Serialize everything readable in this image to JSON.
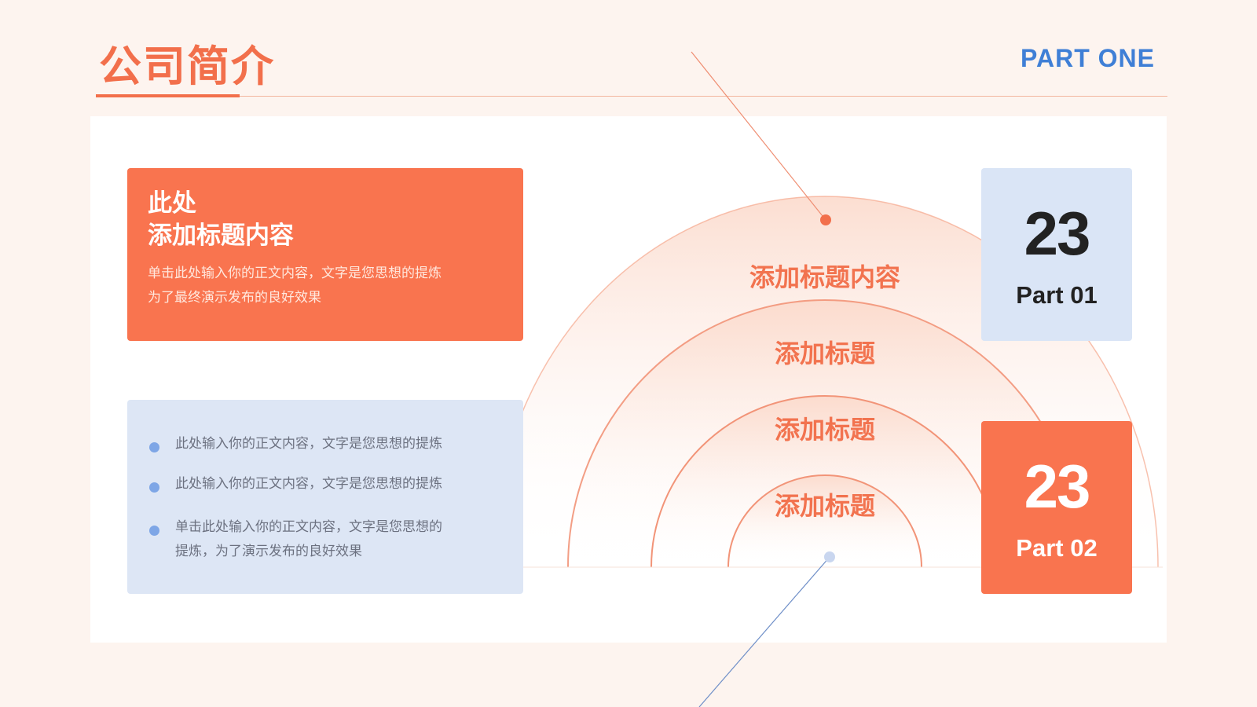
{
  "header": {
    "title": "公司简介",
    "part": "PART ONE"
  },
  "left_card": {
    "title_line1": "此处",
    "title_line2": "添加标题内容",
    "body_line1": "单击此处输入你的正文内容，文字是您思想的提炼",
    "body_line2": "为了最终演示发布的良好效果"
  },
  "bullet_card": {
    "items": [
      {
        "lines": [
          "此处输入你的正文内容，文字是您思想的提炼"
        ]
      },
      {
        "lines": [
          "此处输入你的正文内容，文字是您思想的提炼"
        ]
      },
      {
        "lines": [
          "单击此处输入你的正文内容，文字是您思想的",
          "提炼，为了演示发布的良好效果"
        ]
      }
    ]
  },
  "arcs": {
    "labels": [
      "添加标题内容",
      "添加标题",
      "添加标题",
      "添加标题"
    ]
  },
  "stats": [
    {
      "number": "23",
      "caption": "Part 01"
    },
    {
      "number": "23",
      "caption": "Part 02"
    }
  ],
  "colors": {
    "accent_orange": "#f9744f",
    "accent_blue": "#3f7fd6",
    "soft_blue": "#dde6f5",
    "background": "#fdf4ef"
  }
}
